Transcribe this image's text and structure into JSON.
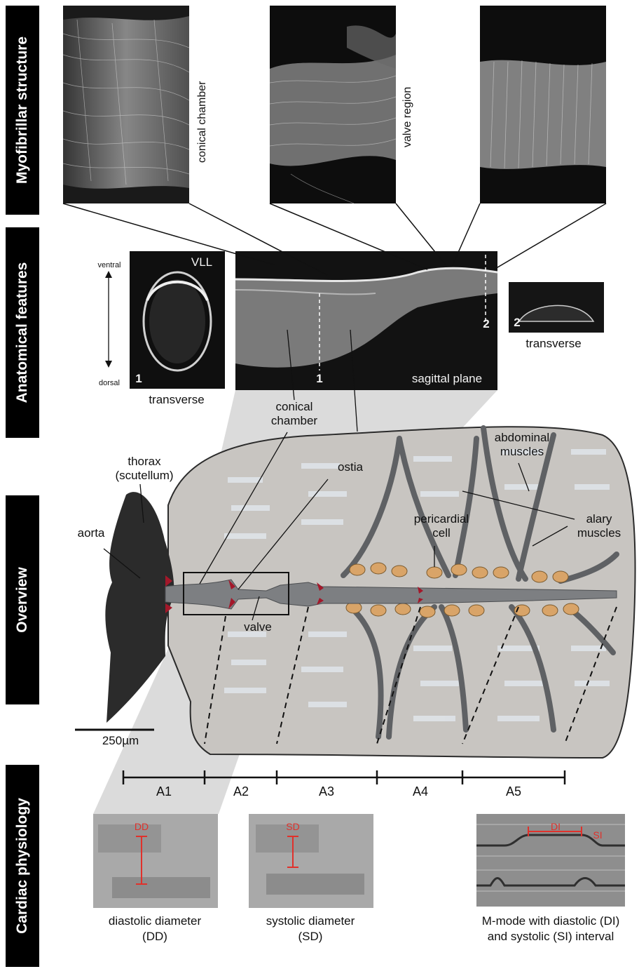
{
  "sections": {
    "myofibrillar": "Myofibrillar structure",
    "anatomical": "Anatomical features",
    "overview": "Overview",
    "cardiac": "Cardiac physiology"
  },
  "myofibrillar_captions": {
    "conical_chamber": "conical chamber",
    "valve_region": "valve region"
  },
  "anatomical": {
    "ventral": "ventral",
    "dorsal": "dorsal",
    "vll": "VLL",
    "section_1": "1",
    "section_2": "2",
    "transverse_left": "transverse",
    "transverse_right": "transverse",
    "sagittal": "sagittal plane"
  },
  "overview": {
    "conical_chamber": "conical chamber",
    "ostia": "ostia",
    "thorax": "thorax (scutellum)",
    "aorta": "aorta",
    "valve": "valve",
    "abdominal_muscles": "abdominal muscles",
    "pericardial_cell": "pericardial cell",
    "alary_muscles": "alary muscles",
    "scale_bar": "250µm"
  },
  "segments": [
    "A1",
    "A2",
    "A3",
    "A4",
    "A5"
  ],
  "cardiac": {
    "dd_tag": "DD",
    "sd_tag": "SD",
    "di_tag": "DI",
    "si_tag": "SI",
    "diastolic": "diastolic diameter (DD)",
    "systolic": "systolic diameter (SD)",
    "mmode": "M-mode with diastolic (DI) and systolic (SI) interval"
  },
  "colors": {
    "thorax": "#2b2b2b",
    "abdomen": "#c8c5c1",
    "heart": "#7d7f82",
    "pericardial": "#d9a468",
    "valve": "#a3182a",
    "annotation_red": "#e0312b"
  }
}
